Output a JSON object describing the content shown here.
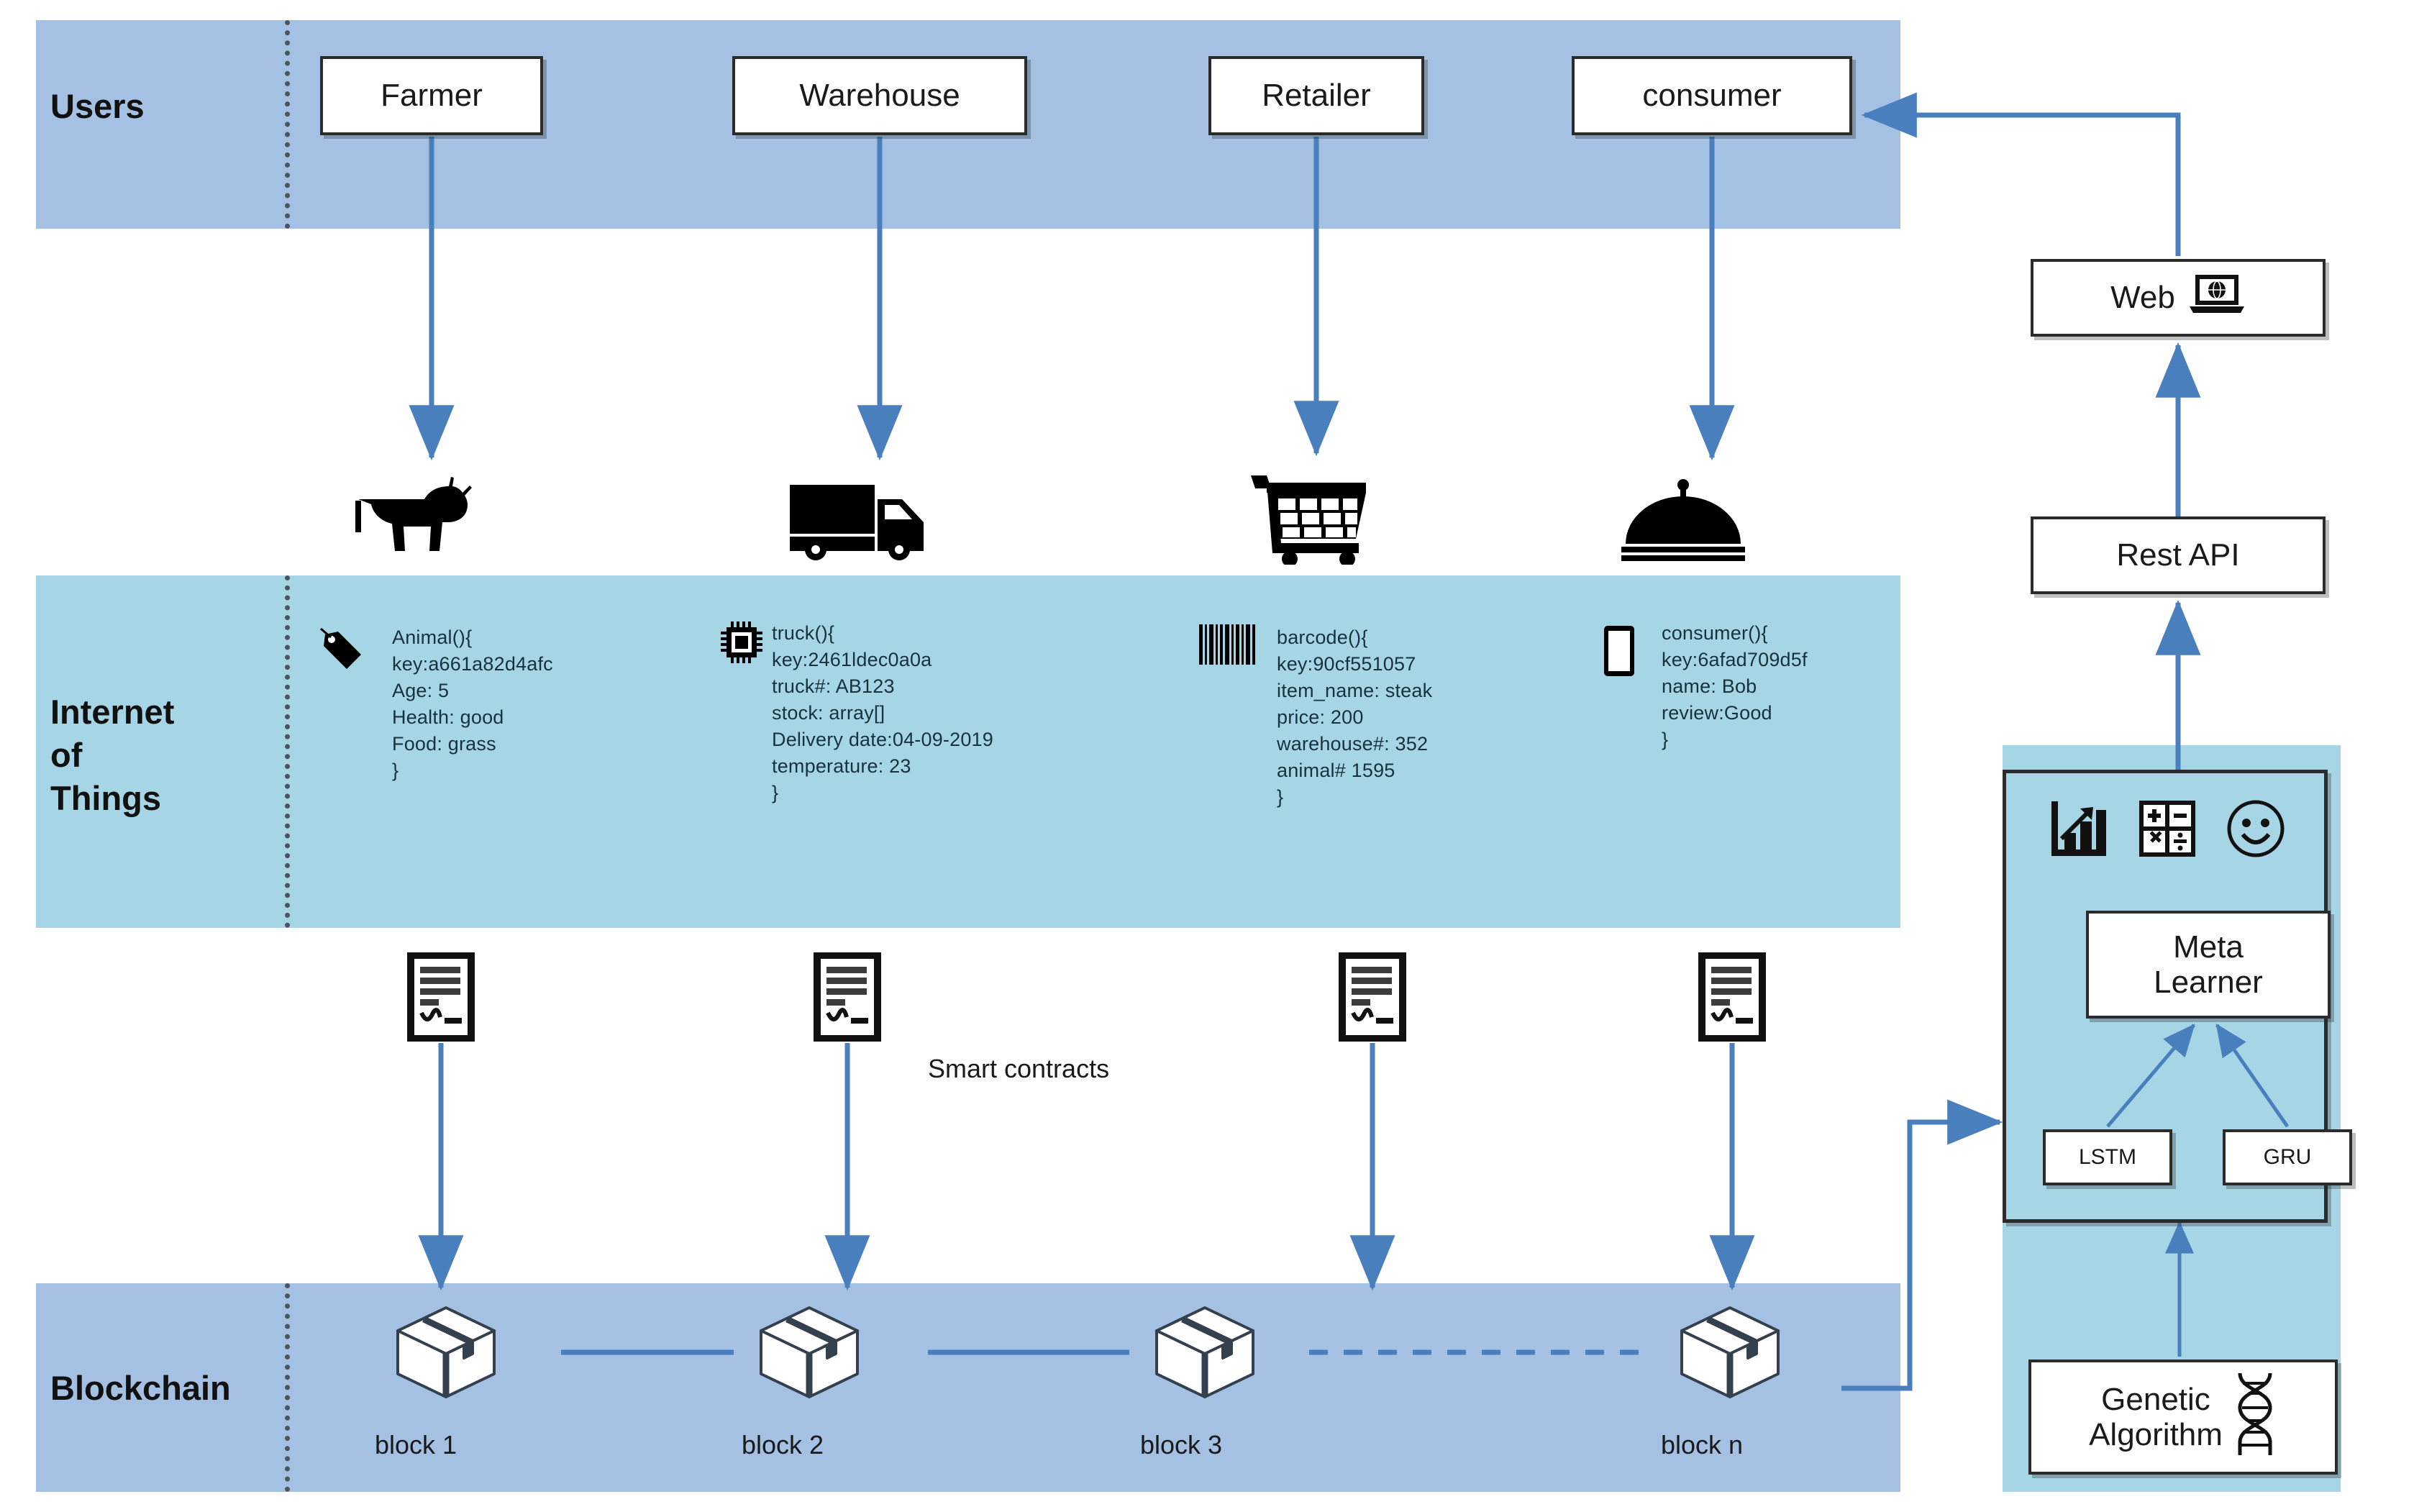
{
  "bands": {
    "users": {
      "label": "Users",
      "color": "#a4c0e2"
    },
    "iot": {
      "label": "Internet\nof\nThings",
      "label_l1": "Internet",
      "label_l2": "of",
      "label_l3": "Things",
      "color": "#a6d6e6"
    },
    "blockchain": {
      "label": "Blockchain",
      "color": "#a4c0e2"
    }
  },
  "users": {
    "nodes": [
      {
        "label": "Farmer",
        "icon": "cow-icon"
      },
      {
        "label": "Warehouse",
        "icon": "truck-icon"
      },
      {
        "label": "Retailer",
        "icon": "shopping-cart-icon"
      },
      {
        "label": "consumer",
        "icon": "food-cover-icon"
      }
    ]
  },
  "iot": {
    "devices": [
      {
        "icon": "tag-icon",
        "lines": [
          "Animal(){",
          "key:a661a82d4afc",
          "Age: 5",
          "Health: good",
          "Food: grass",
          "}"
        ]
      },
      {
        "icon": "chip-icon",
        "lines": [
          "truck(){",
          "key:2461ldec0a0a",
          "truck#: AB123",
          "stock: array[]",
          "Delivery date:04-09-2019",
          "temperature: 23",
          "}"
        ]
      },
      {
        "icon": "barcode-icon",
        "lines": [
          "barcode(){",
          "key:90cf551057",
          "item_name: steak",
          "price: 200",
          "warehouse#: 352",
          "animal# 1595",
          "}"
        ]
      },
      {
        "icon": "smartphone-icon",
        "lines": [
          "consumer(){",
          "key:6afad709d5f",
          "name: Bob",
          "review:Good",
          "}"
        ]
      }
    ]
  },
  "smart_contracts": {
    "label": "Smart contracts",
    "icon": "contract-document-icon",
    "count": 4
  },
  "blockchain": {
    "blocks": [
      {
        "label": "block 1",
        "icon": "cube-box-icon"
      },
      {
        "label": "block 2",
        "icon": "cube-box-icon"
      },
      {
        "label": "block 3",
        "icon": "cube-box-icon"
      },
      {
        "label": "block n",
        "icon": "cube-box-icon"
      }
    ]
  },
  "services": {
    "web": {
      "label": "Web",
      "icon": "laptop-globe-icon"
    },
    "rest_api": {
      "label": "Rest API"
    }
  },
  "ml": {
    "icons": [
      "bar-chart-arrow-icon",
      "calculator-icon",
      "smiley-face-icon"
    ],
    "meta_learner": {
      "line1": "Meta",
      "line2": "Learner"
    },
    "base_models": [
      {
        "label": "LSTM"
      },
      {
        "label": "GRU"
      }
    ],
    "optimizer": {
      "line1": "Genetic",
      "line2": "Algorithm",
      "icon": "dna-helix-icon"
    }
  },
  "colors": {
    "band_blue": "#a4c0e2",
    "band_cyan": "#a6d6e6",
    "arrow": "#4a7fbd",
    "box_border": "#2b2b2b",
    "divider": "#4a5560"
  }
}
